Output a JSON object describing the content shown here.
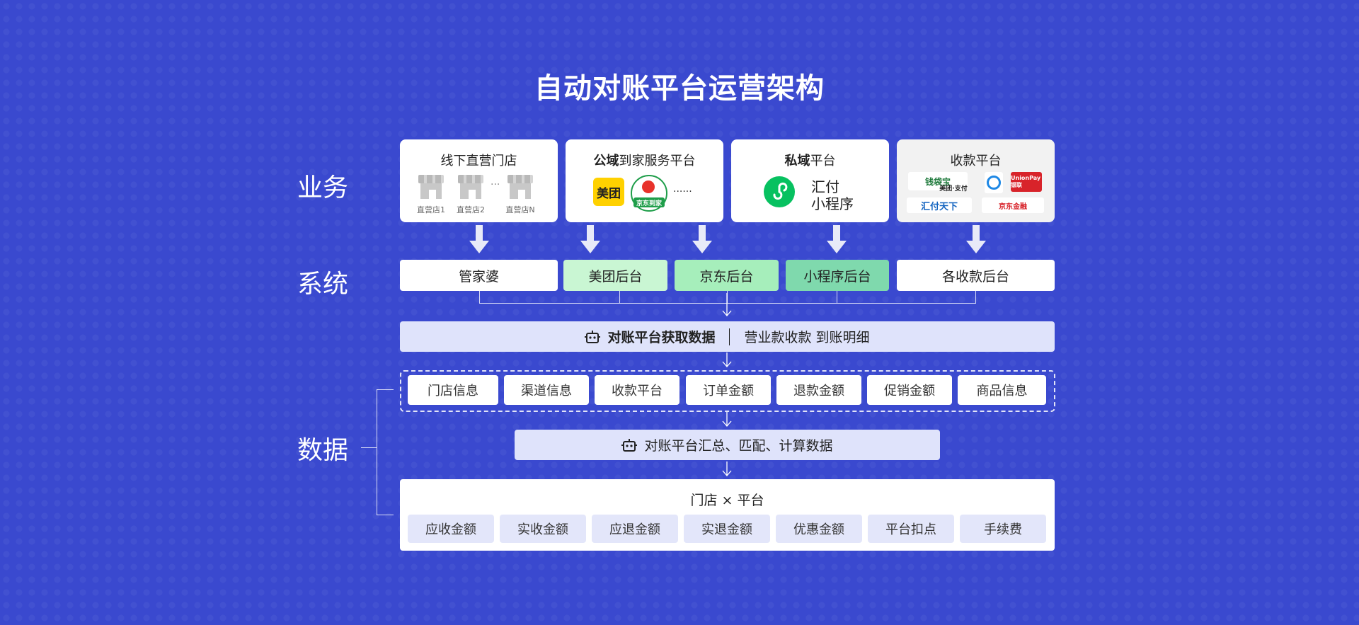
{
  "title": "自动对账平台运营架构",
  "row_labels": {
    "business": "业务",
    "system": "系统",
    "data": "数据"
  },
  "business": {
    "offline_stores": {
      "title": "线下直营门店",
      "stores": [
        "直营店1",
        "直营店2",
        "直营店N"
      ],
      "ellipsis": "..."
    },
    "delivery": {
      "title_bold": "公域",
      "title_rest": "到家服务平台",
      "logos": [
        "美团",
        "京东到家"
      ],
      "ellipsis": "......"
    },
    "private": {
      "title_bold": "私域",
      "title_rest": "平台",
      "line1": "汇付",
      "line2": "小程序"
    },
    "payment": {
      "title": "收款平台",
      "logos": [
        "钱袋宝",
        "美团·支付",
        "UnionPay 银联",
        "汇付天下",
        "京东金融"
      ]
    }
  },
  "systems": [
    {
      "label": "管家婆",
      "color": "#ffffff"
    },
    {
      "label": "美团后台",
      "color": "#c9f6d3"
    },
    {
      "label": "京东后台",
      "color": "#a6eebb"
    },
    {
      "label": "小程序后台",
      "color": "#7fd9ad"
    },
    {
      "label": "各收款后台",
      "color": "#ffffff"
    }
  ],
  "fetch_bar": {
    "left": "对账平台获取数据",
    "right": "营业款收款  到账明细"
  },
  "data_items": [
    "门店信息",
    "渠道信息",
    "收款平台",
    "订单金额",
    "退款金额",
    "促销金额",
    "商品信息"
  ],
  "summary_bar": "对账平台汇总、匹配、计算数据",
  "result": {
    "title": "门店 × 平台",
    "items": [
      "应收金额",
      "实收金额",
      "应退金额",
      "实退金额",
      "优惠金额",
      "平台扣点",
      "手续费"
    ]
  }
}
